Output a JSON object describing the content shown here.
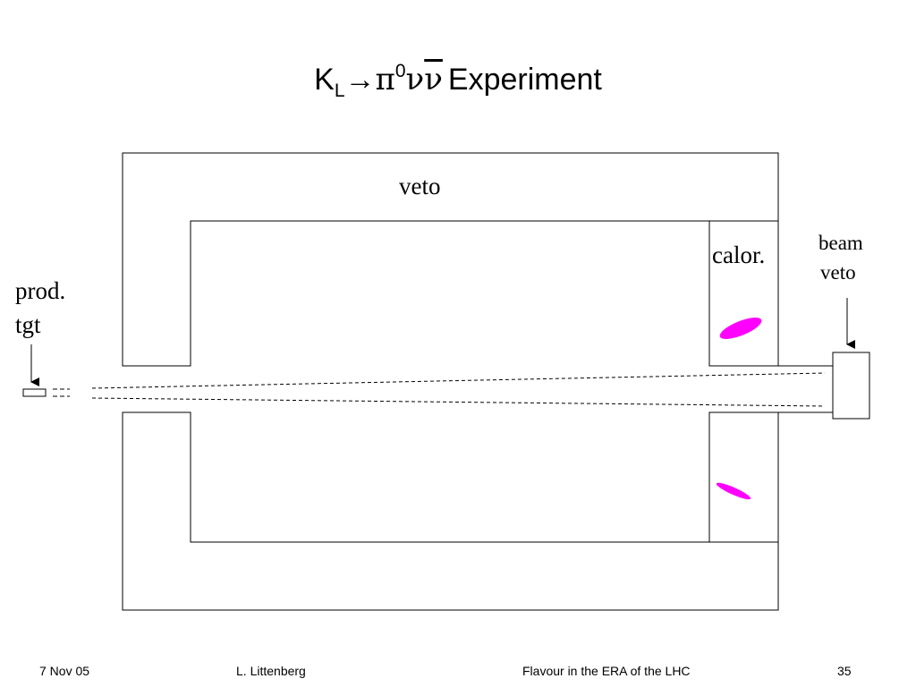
{
  "slide": {
    "title": {
      "k": "K",
      "k_sub": "L",
      "arrow": "→",
      "pi": "π",
      "pi_sup": "0",
      "nu": "ν",
      "nubar": "ν",
      "rest": "Experiment"
    },
    "diagram": {
      "labels": {
        "veto": "veto",
        "calor": "calor.",
        "beam_veto_line1": "beam",
        "beam_veto_line2": "veto",
        "prod_tgt_line1": "prod.",
        "prod_tgt_line2": "tgt"
      },
      "colors": {
        "outline": "#000000",
        "shower": "#ff00ff"
      }
    },
    "footer": {
      "date": "7 Nov 05",
      "author": "L. Littenberg",
      "talk": "Flavour in the ERA of the LHC",
      "page": "35"
    }
  }
}
